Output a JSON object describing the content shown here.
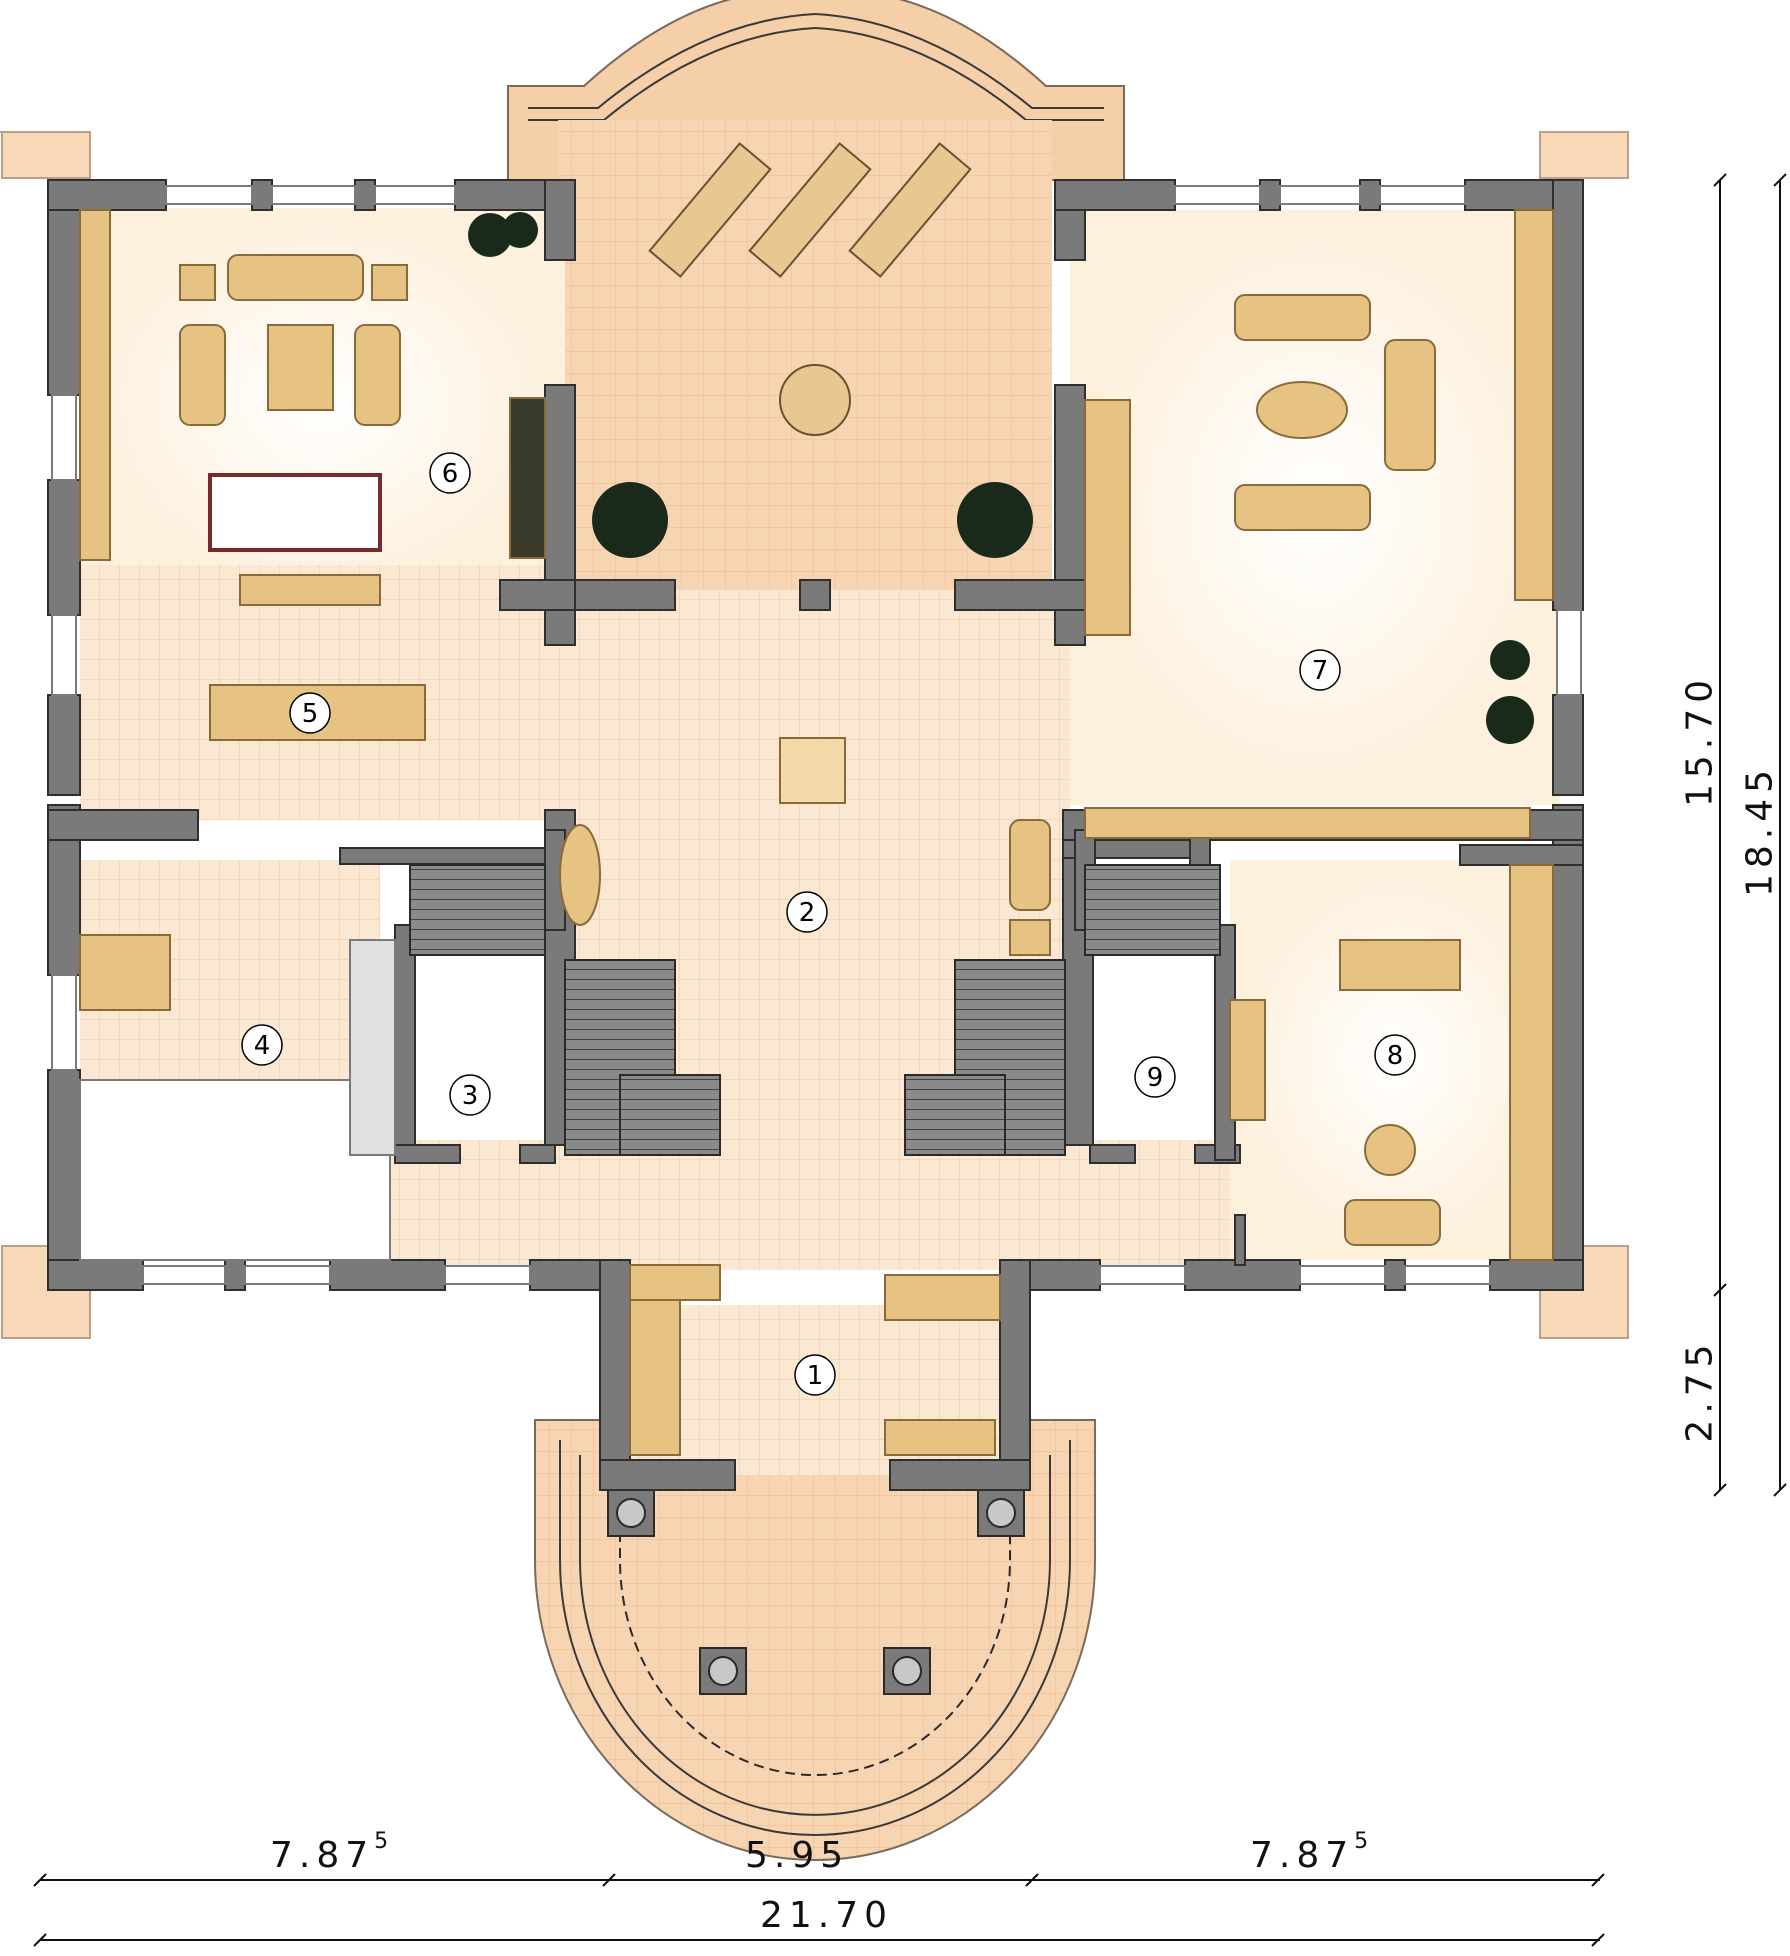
{
  "rooms": [
    {
      "id": "1",
      "label": "1"
    },
    {
      "id": "2",
      "label": "2"
    },
    {
      "id": "3",
      "label": "3"
    },
    {
      "id": "4",
      "label": "4"
    },
    {
      "id": "5",
      "label": "5"
    },
    {
      "id": "6",
      "label": "6"
    },
    {
      "id": "7",
      "label": "7"
    },
    {
      "id": "8",
      "label": "8"
    },
    {
      "id": "9",
      "label": "9"
    }
  ],
  "dimensions": {
    "bottom_left": {
      "main": "7.87",
      "sup": "5"
    },
    "bottom_middle": "5.95",
    "bottom_right": {
      "main": "7.87",
      "sup": "5"
    },
    "bottom_total": "21.70",
    "right_inner_top": "15.70",
    "right_inner_bottom": "2.75",
    "right_outer": "18.45"
  },
  "colors": {
    "wall": "#7a7a7a",
    "wall_edge": "#3a3a3a",
    "terrace": "#f7d5b0",
    "floor_tile": "#fbe6cc",
    "room_floor": "#fdf3e3",
    "furniture": "#e3c07a",
    "stairs": "#808080"
  }
}
